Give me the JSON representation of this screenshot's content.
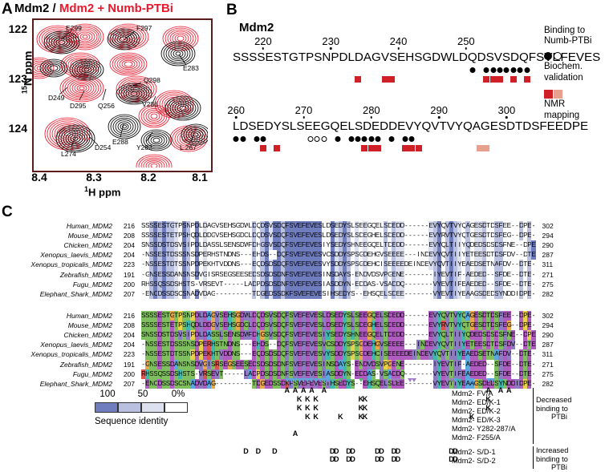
{
  "panelA": {
    "letter": "A",
    "title_black": "Mdm2",
    "title_sep": " / ",
    "title_red": "Mdm2 + Numb-PTBi",
    "y_axis_label": "15N ppm",
    "x_axis_label": "1H ppm",
    "y_ticks": [
      "122",
      "123",
      "124"
    ],
    "x_ticks": [
      "8.4",
      "8.3",
      "8.2",
      "8.1"
    ],
    "peak_labels": [
      "E299",
      "F297",
      "E283",
      "D249",
      "Q298",
      "D295",
      "Q256",
      "V286",
      "L274",
      "D254",
      "E288",
      "Y282",
      "L 267"
    ],
    "color_black": "#000000",
    "color_red": "#e8192c",
    "frame_color": "#5d1c1c"
  },
  "panelB": {
    "letter": "B",
    "protein": "Mdm2",
    "line1": {
      "sequence": "SSSSESTGTPSNPDLDAGVSEHSGDWLDQDSVSDQFSVEFEVES",
      "start": 216,
      "tick_numbers": [
        "220",
        "230",
        "240",
        "250"
      ],
      "tick_positions": [
        220,
        230,
        240,
        250
      ],
      "filled_circles": [
        251,
        253,
        254,
        255,
        256,
        257,
        258,
        259
      ],
      "open_circles": [],
      "red_squares": [
        234,
        238,
        239,
        253,
        254,
        255,
        257,
        259
      ],
      "pink_squares": []
    },
    "line2": {
      "sequence": "LDSEDYSLSEEGQELSDEDDEVYQVTVYQAGESDTDSFEEDPE",
      "start": 260,
      "tick_numbers": [
        "260",
        "270",
        "280",
        "290",
        "300"
      ],
      "tick_positions": [
        260,
        270,
        280,
        290,
        300
      ],
      "filled_circles": [
        260,
        261,
        263,
        264,
        275,
        277,
        278,
        279,
        280,
        281,
        283,
        285,
        286
      ],
      "open_circles": [
        271,
        272,
        273
      ],
      "red_squares": [
        264,
        266,
        279,
        280,
        281,
        285,
        286,
        287
      ],
      "pink_squares": [
        296,
        297
      ]
    },
    "legend": {
      "header_line1": "Binding to",
      "header_line2": "Numb-PTBi",
      "biochem_line1": "Biochem.",
      "biochem_line2": "validation",
      "nmr_line1": "NMR",
      "nmr_line2": "mapping",
      "color_filled": "#000000",
      "color_open": "#ffffff",
      "color_red": "#cf2027",
      "color_pink": "#e8a08e"
    }
  },
  "panelC": {
    "letter": "C",
    "species": [
      "Human_MDM2",
      "Mouse_MDM2",
      "Chicken_MDM2",
      "Xenopus_laevis_MDM2",
      "Xenopus_tropicalis_MDM2",
      "Zebrafish_MDM2",
      "Fugu_MDM2",
      "Elephant_Shark_MDM2"
    ],
    "start_numbers": [
      "216",
      "208",
      "204",
      "204",
      "223",
      "191",
      "200",
      "207"
    ],
    "end_numbers": [
      "302",
      "294",
      "290",
      "287",
      "311",
      "271",
      "275",
      "282"
    ],
    "alignment": [
      "SSSSESTGTPSNPDLDAGVSEHSGDWLDQDSVSDQFSVEFEVESLDSEDYSLSEEGQELSDEDD------EVYQVTVYQAGESDTDSFEE--DPE",
      "SSSSESTETPSHQDLDDGVSEHSGDCLDQDSVSDQFSVEFEVESLDSEDYSLSDEGHELSDEDD------EVYRVTVYQTGESDTDSFEG--DPE",
      "SNSSDSTDSVSIPDLDASSLSENSDWFDHGSVSDQFSVEFEVESIYSEDYSHNEEGQELTDEDD------EVYQLTIIYQDEDSDSDSFNE--DPE",
      "-NSSESTDSSSNSDPERHSTNDNS---EHDS--DQFSVEFEVESVCSDDYSPSGDEHGVSEEEE---INDEVYQVTIIYETEESDTDSFDV--DTE",
      "-NSSESTDTSSNPDPEKHTVDDNS---EQDSDSDQFSVEFEVESVYSDDYSPSGDEHCISEEEEDEINDEVYQVTIIYEAEDSETNAFDV--DTE",
      "-GNSESSDANSNSDVGISRSEGSEESEDSDSDSDNFSVEFEVESINSDAYS-ENDVDSVPGENE-------IYEVTIF-AEDED--SFDE--DTE",
      "RHSSQSSDSHSTS-VRSEVT-----LADPDSDSDNFSVEFEVESIASDDYN-EDDAS-VSADDQ-------VYEVTIFEAEDED--SFDE--DTE",
      "-ENCDSSDSCSNADVDAG---------TDGEDSSDKFSVEFEVESIHSEDYS--EHSQELSDEE-------VYEVTIYEAAGSDEDSYNDDIDPE"
    ],
    "identity_scale": {
      "labels": [
        "100",
        "50",
        "0%"
      ],
      "caption": "Sequence identity",
      "colors": [
        "#6f7cbd",
        "#b9c0e0",
        "#dde0ef",
        "#ffffff"
      ]
    },
    "mutants_decreased": [
      "Mdm2- FV/A",
      "Mdm2- ED/K-1",
      "Mdm2- ED/K-2",
      "Mdm2- ED/K-3",
      "Mdm2- Y282-287/A",
      "Mdm2- F255/A"
    ],
    "mutants_increased": [
      "Mdm2- S/D-1",
      "Mdm2- S/D-2"
    ],
    "bracket_decreased": [
      "Decreased",
      "binding to",
      "PTBi"
    ],
    "bracket_increased": [
      "Increased",
      "binding to",
      "PTBi"
    ],
    "mut_rows": [
      {
        "letter": "A",
        "cols": [
          35,
          37,
          39,
          41,
          44,
          84,
          87,
          89
        ]
      },
      {
        "letter": "K",
        "cols": [
          38,
          40,
          42,
          53,
          54,
          84
        ]
      },
      {
        "letter": "K",
        "cols": [
          38,
          40,
          42,
          53,
          54,
          84
        ]
      },
      {
        "letter": "K",
        "cols": [
          40,
          42,
          48,
          53,
          54,
          80
        ]
      },
      {
        "letter": "A",
        "cols": [
          37
        ]
      },
      {
        "letter": "D",
        "cols": [
          25,
          28,
          32,
          46,
          47,
          50,
          51,
          57,
          58,
          61,
          62,
          75,
          76
        ]
      }
    ],
    "tri_colors": {
      "green": "#52b56b",
      "blue": "#5aa8de",
      "purple": "#a07cc5"
    }
  }
}
